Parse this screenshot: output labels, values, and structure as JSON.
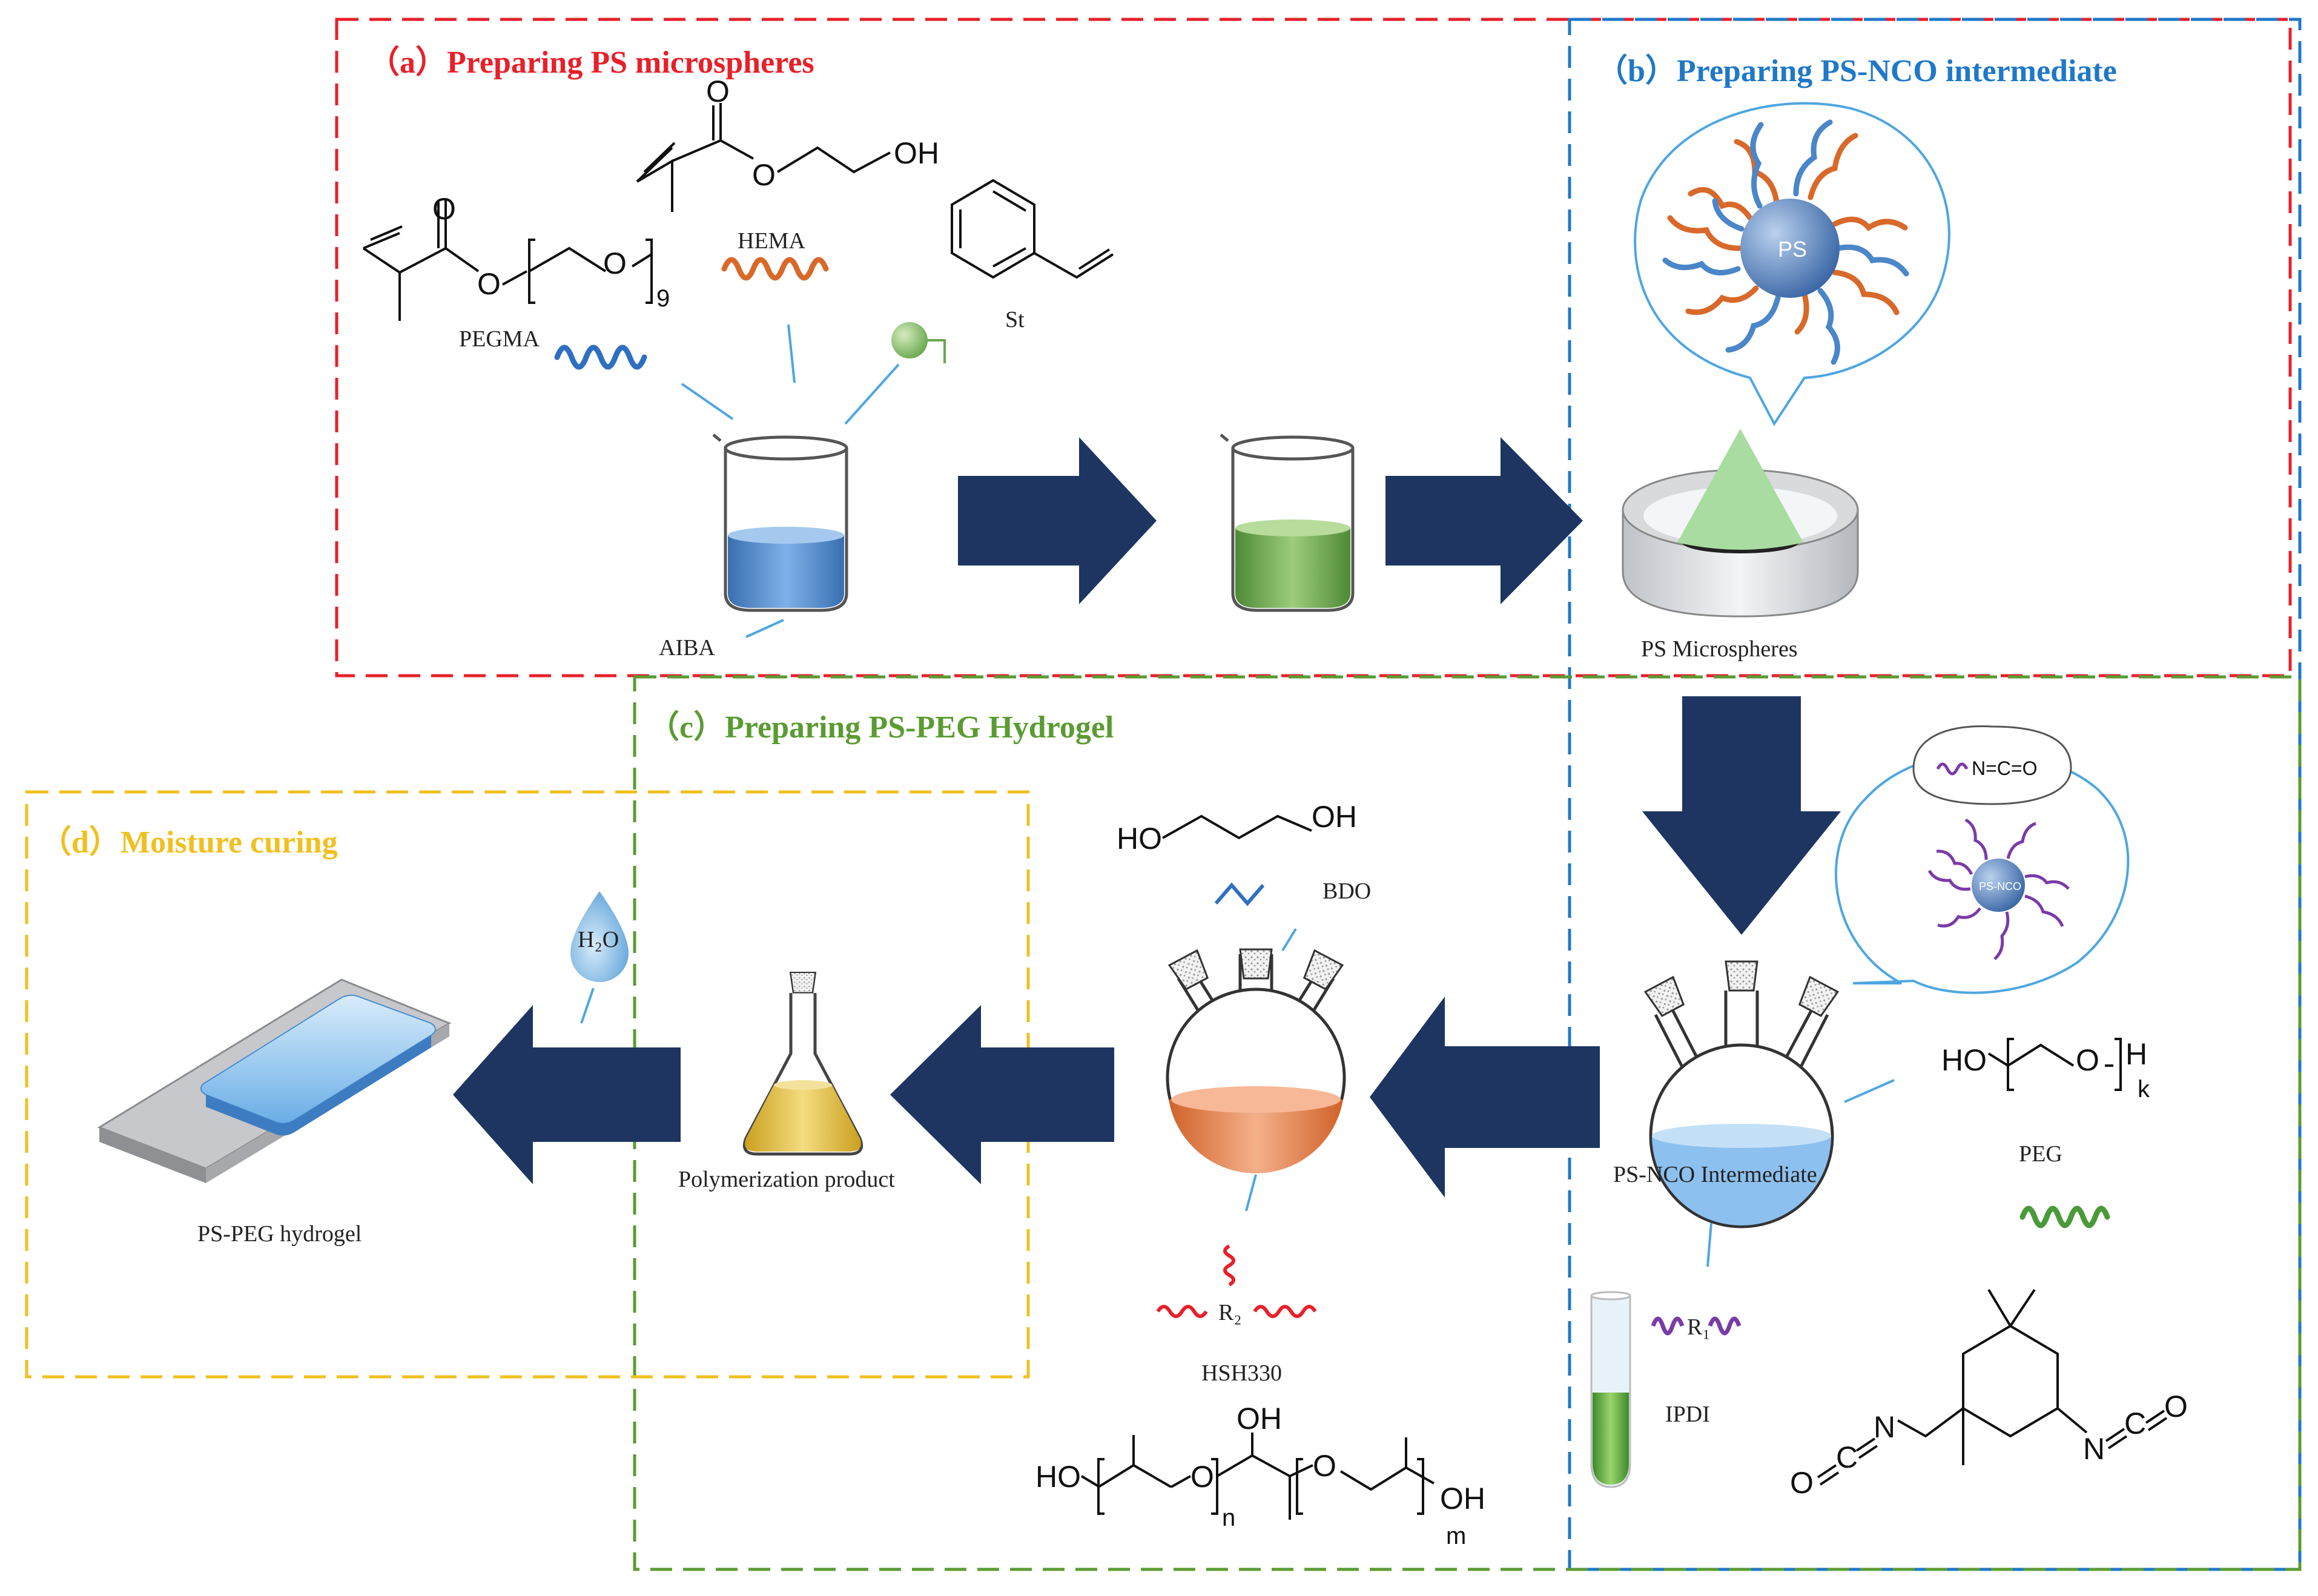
{
  "colors": {
    "panel_a": "#e8202a",
    "panel_b": "#1f78c8",
    "panel_c": "#5b9b32",
    "panel_d": "#f0c020",
    "arrow": "#1d3560",
    "connector": "#4ea6e0",
    "pegma_wave": "#2f6fc0",
    "hema_wave": "#d8692a",
    "peg_wave": "#4a9a3a",
    "ipdi_wave": "#7a3aa8",
    "hsh_wave": "#e8202a",
    "liquid_blue": "#4a86c8",
    "liquid_green": "#6aa84f",
    "liquid_orange": "#e8824a",
    "liquid_yellow": "#e8c040"
  },
  "panels": {
    "a": {
      "title": "（a）Preparing PS microspheres"
    },
    "b": {
      "title": "（b）Preparing PS-NCO intermediate"
    },
    "c": {
      "title": "（c）Preparing  PS-PEG Hydrogel"
    },
    "d": {
      "title": "（d）Moisture curing"
    }
  },
  "labels": {
    "hema": "HEMA",
    "pegma": "PEGMA",
    "pegma_repeat": "9",
    "st": "St",
    "aiba": "AIBA",
    "ps": "PS",
    "ps_microspheres": "PS Microspheres",
    "bdo": "BDO",
    "ps_nco_bubble": "PS-NCO",
    "isocyanate": "N=C=O",
    "ps_nco_intermediate": "PS-NCO Intermediate",
    "peg": "PEG",
    "peg_repeat": "k",
    "ipdi": "IPDI",
    "ipdi_r": "R₁",
    "hsh330": "HSH330",
    "hsh_r": "R₂",
    "hsh_n": "n",
    "hsh_m": "m",
    "polymerization_product": "Polymerization product",
    "ps_peg_hydrogel": "PS-PEG hydrogel",
    "h2o": "H₂O",
    "oh": "OH",
    "ho": "HO",
    "o": "O",
    "h": "H",
    "n": "N",
    "c": "C"
  }
}
